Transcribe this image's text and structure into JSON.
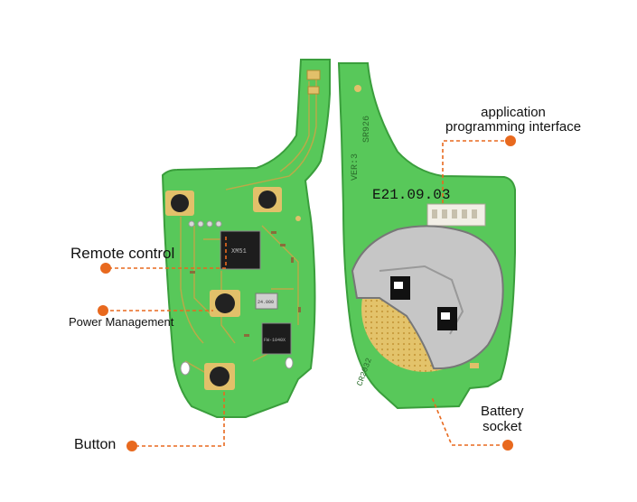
{
  "annotations": {
    "remote_control": "Remote control",
    "power_management": "Power Management",
    "button": "Button",
    "app_interface_line1": "application",
    "app_interface_line2": "programming interface",
    "battery_line1": "Battery",
    "battery_line2": "socket"
  },
  "board_print": {
    "date_code": "E21.09.03",
    "version": "VER:3",
    "model": "SR926",
    "battery_model": "CR2032",
    "chip_top": "XM51",
    "chip_lower": "FW-1040X",
    "crystal": "24.000"
  },
  "colors": {
    "pcb": "#58c85a",
    "pcb_edge": "#3a9e3c",
    "pad": "#e2c06a",
    "callout": "#e8691e"
  }
}
